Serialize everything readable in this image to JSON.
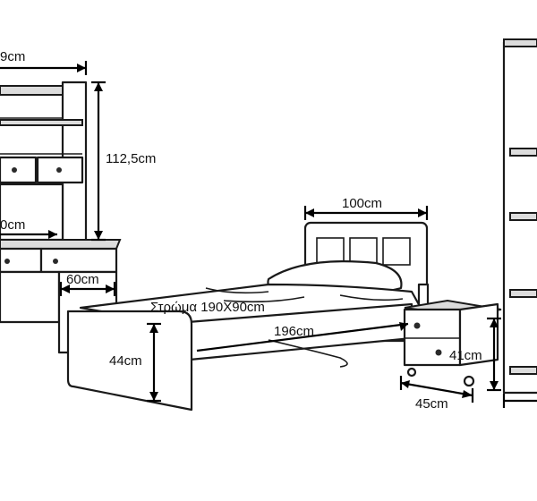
{
  "labels": {
    "top_width": "9cm",
    "hutch_height": "112,5cm",
    "desk_inner": "0cm",
    "desk_depth": "60cm",
    "headboard_width": "100cm",
    "mattress": "Στρώμα 190Χ90cm",
    "bed_length": "196cm",
    "bed_height": "44cm",
    "nightstand_height": "41cm",
    "nightstand_width": "45cm"
  }
}
